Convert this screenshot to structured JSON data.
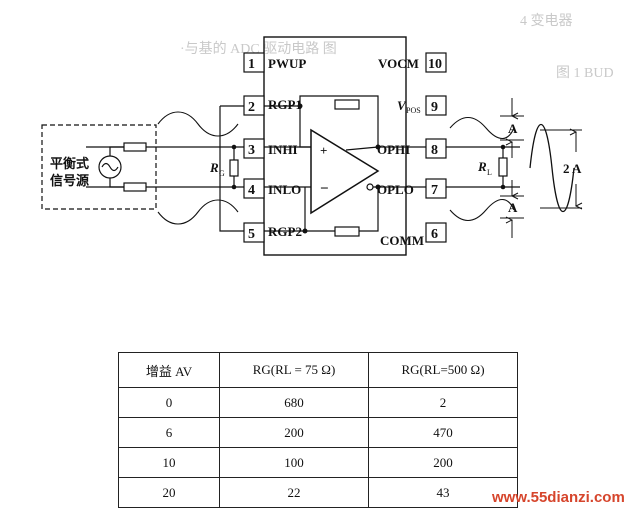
{
  "source_label": "平衡式\n信号源",
  "source_label_line1": "平衡式",
  "source_label_line2": "信号源",
  "gain_resistor": "R",
  "gain_resistor_sub": "G",
  "load_resistor": "R",
  "load_resistor_sub": "L",
  "vpos_label": "V",
  "vpos_sub": "POS",
  "amplitude_top": "A",
  "amplitude_bottom": "A",
  "amplitude_total": "2 A",
  "left_pins": [
    {
      "num": "1",
      "name": "PWUP"
    },
    {
      "num": "2",
      "name": "RGP1"
    },
    {
      "num": "3",
      "name": "INHI"
    },
    {
      "num": "4",
      "name": "INLO"
    },
    {
      "num": "5",
      "name": "RGP2"
    }
  ],
  "right_pins": [
    {
      "num": "10",
      "name": "VOCM"
    },
    {
      "num": "9",
      "name": "V POS"
    },
    {
      "num": "8",
      "name": "OPHI"
    },
    {
      "num": "7",
      "name": "OPLO"
    },
    {
      "num": "6",
      "name": "COMM"
    }
  ],
  "table": {
    "headers": [
      "增益 AV",
      "RG(RL = 75 Ω)",
      "RG(RL=500 Ω)"
    ],
    "rows": [
      [
        "0",
        "680",
        "2"
      ],
      [
        "6",
        "200",
        "470"
      ],
      [
        "10",
        "100",
        "200"
      ],
      [
        "20",
        "22",
        "43"
      ]
    ]
  },
  "background_text": [
    "4 变电器",
    "·与基的 ADC 驱动电路 图",
    "图 1 BUD"
  ],
  "watermark": "www.55dianzi.com",
  "colors": {
    "ink": "#111111",
    "watermark": "#d6452c",
    "noise": "#c9c9c9"
  }
}
